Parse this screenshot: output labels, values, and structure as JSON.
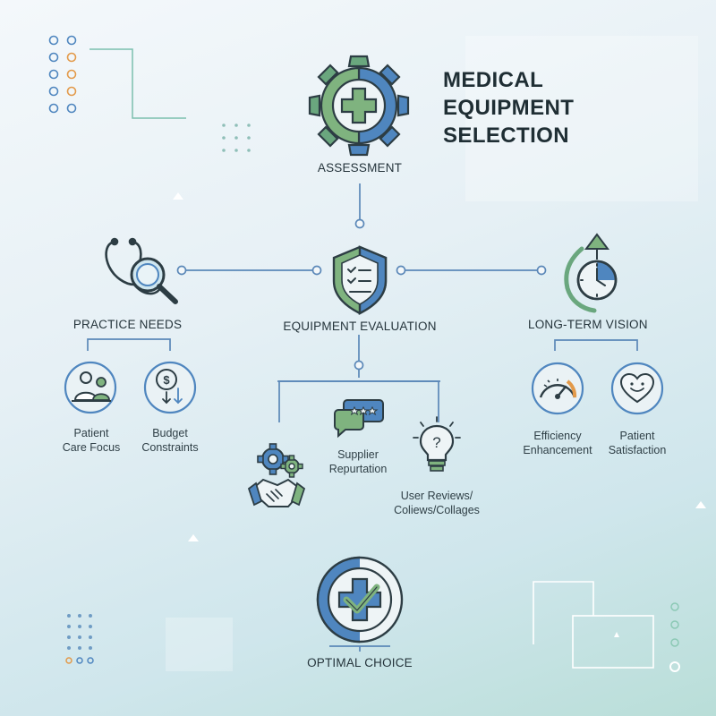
{
  "title": {
    "line1": "MEDICAL",
    "line2": "EQUIPMENT",
    "line3": "SELECTION"
  },
  "nodes": {
    "assessment": "ASSESSMENT",
    "practice_needs": "PRACTICE NEEDS",
    "equipment_evaluation": "EQUIPMENT EVALUATION",
    "long_term_vision": "LONG-TERM VISION",
    "optimal_choice": "OPTIMAL CHOICE"
  },
  "sub": {
    "patient_care_1": "Patient",
    "patient_care_2": "Care Focus",
    "budget_1": "Budget",
    "budget_2": "Constraints",
    "supplier_1": "Supplier",
    "supplier_2": "Repurtation",
    "reviews_1": "User Reviews/",
    "reviews_2": "Coliews/Collages",
    "efficiency_1": "Efficiency",
    "efficiency_2": "Enhancement",
    "satisfaction_1": "Patient",
    "satisfaction_2": "Satisfaction"
  },
  "colors": {
    "line": "#5b88b8",
    "green": "#6aa77e",
    "blue": "#4f86bf",
    "orange": "#e39a4a",
    "dark": "#2d3d44"
  },
  "icons": {
    "assessment": "gear-medical-cross-icon",
    "practice_needs": "stethoscope-magnifier-icon",
    "equipment_evaluation": "shield-checklist-icon",
    "long_term_vision": "clock-arrow-icon",
    "patient_care": "doctor-patient-icon",
    "budget": "dollar-down-arrow-icon",
    "partnership": "gears-handshake-icon",
    "supplier": "rating-chat-icon",
    "reviews": "lightbulb-question-icon",
    "efficiency": "gauge-icon",
    "satisfaction": "heart-smile-icon",
    "optimal_choice": "check-cross-emblem-icon"
  }
}
